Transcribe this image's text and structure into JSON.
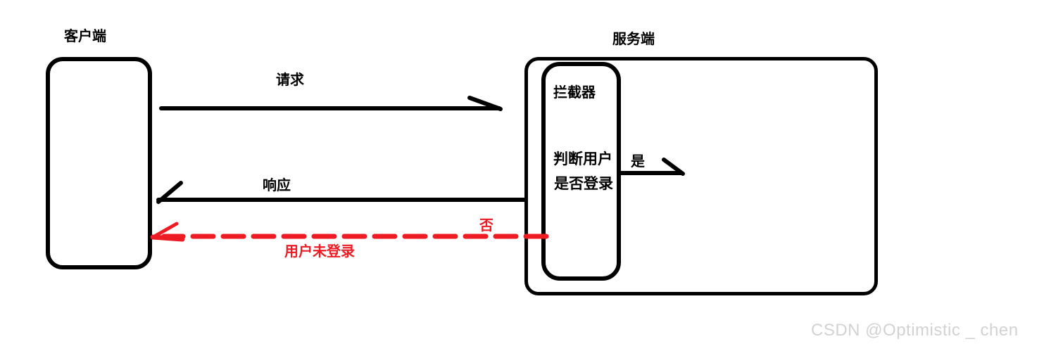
{
  "diagram": {
    "client": {
      "title": "客户端"
    },
    "server": {
      "title": "服务端"
    },
    "interceptor": {
      "title": "拦截器",
      "body_line1": "判断用户",
      "body_line2": "是否登录"
    },
    "arrows": {
      "request_label": "请求",
      "response_label": "响应",
      "yes_label": "是",
      "no_label": "否",
      "not_logged_in_label": "用户未登录"
    },
    "colors": {
      "ink": "#000000",
      "alert": "#ed1c24",
      "watermark": "#d2d2d2"
    },
    "watermark": "CSDN @Optimistic _ chen"
  }
}
